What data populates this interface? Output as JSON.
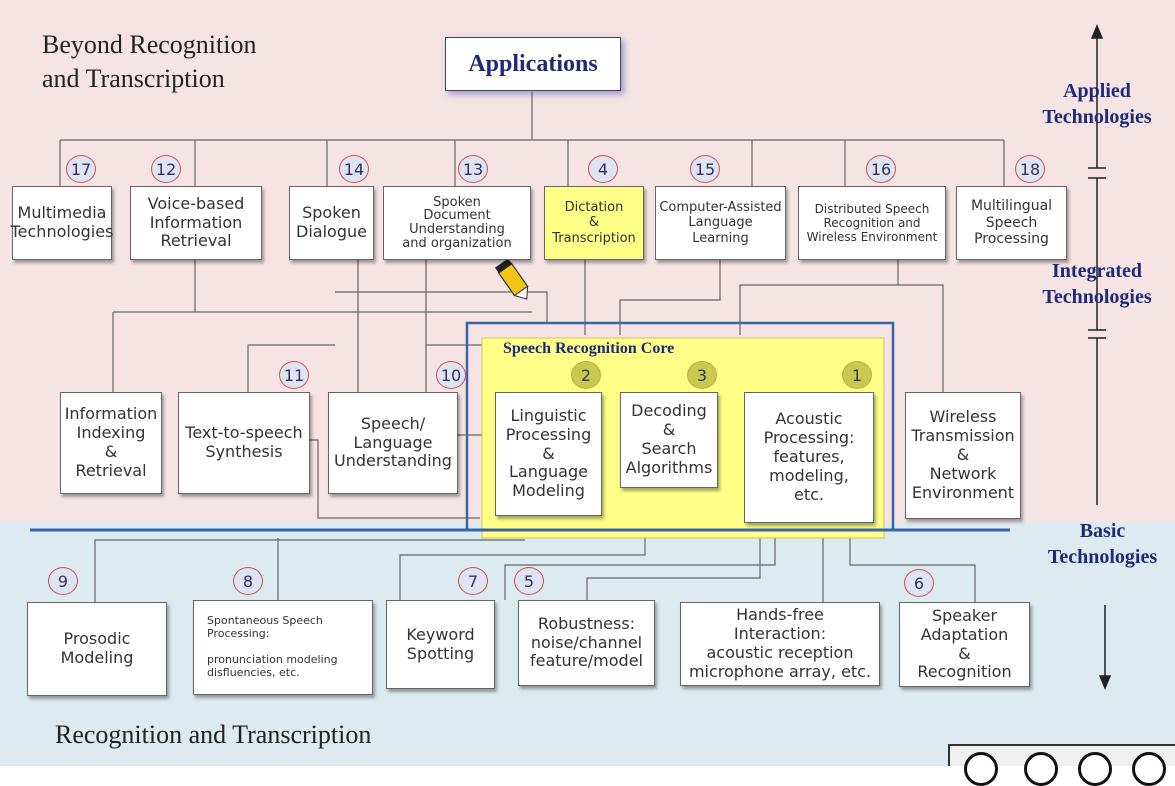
{
  "headings": {
    "top": "Beyond Recognition\nand Transcription",
    "bottom": "Recognition and Transcription"
  },
  "applications": "Applications",
  "core_title": "Speech Recognition Core",
  "side_labels": {
    "applied": "Applied\nTechnologies",
    "integrated": "Integrated\nTechnologies",
    "basic": "Basic\nTechnologies"
  },
  "boxes": {
    "multimedia": "Multimedia\nTechnologies",
    "voice_ir": "Voice-based\nInformation\nRetrieval",
    "dialogue": "Spoken\nDialogue",
    "spoken_doc": "Spoken\nDocument\nUnderstanding\nand organization",
    "dictation": "Dictation\n&\nTranscription",
    "call": "Computer-Assisted\nLanguage\nLearning",
    "distributed": "Distributed Speech\nRecognition and\nWireless Environment",
    "multilingual": "Multilingual\nSpeech\nProcessing",
    "info_index": "Information\nIndexing\n&\nRetrieval",
    "tts": "Text-to-speech\nSynthesis",
    "slu": "Speech/\nLanguage\nUnderstanding",
    "linguistic": "Linguistic\nProcessing\n&\nLanguage\nModeling",
    "decoding": "Decoding\n&\nSearch\nAlgorithms",
    "acoustic": "Acoustic\nProcessing:\nfeatures,\nmodeling,\netc.",
    "wireless": "Wireless\nTransmission\n&\nNetwork\nEnvironment",
    "prosodic": "Prosodic\nModeling",
    "spontaneous": "Spontaneous Speech\nProcessing:\n\npronunciation modeling\ndisfluencies, etc.",
    "keyword": "Keyword\nSpotting",
    "robustness": "Robustness:\nnoise/channel\nfeature/model",
    "handsfree": "Hands-free\nInteraction:\nacoustic reception\nmicrophone array, etc.",
    "speaker": "Speaker\nAdaptation\n&\nRecognition"
  },
  "badges": {
    "multimedia": "17",
    "voice_ir": "12",
    "dialogue": "14",
    "spoken_doc": "13",
    "dictation": "4",
    "call": "15",
    "distributed": "16",
    "multilingual": "18",
    "tts": "11",
    "slu": "10",
    "linguistic": "2",
    "decoding": "3",
    "acoustic": "1",
    "prosodic": "9",
    "spontaneous": "8",
    "keyword": "7",
    "robustness": "5",
    "speaker": "6"
  },
  "colors": {
    "top_background": "#f6e4e4",
    "bottom_background": "#dcebef",
    "core_fill": "#ffff88",
    "side_label": "#1c2a7a",
    "divider": "#3a64a8"
  },
  "icons": [
    "pencil-cursor-icon",
    "arrow-up-icon",
    "arrow-down-icon",
    "creative-commons-icon"
  ]
}
